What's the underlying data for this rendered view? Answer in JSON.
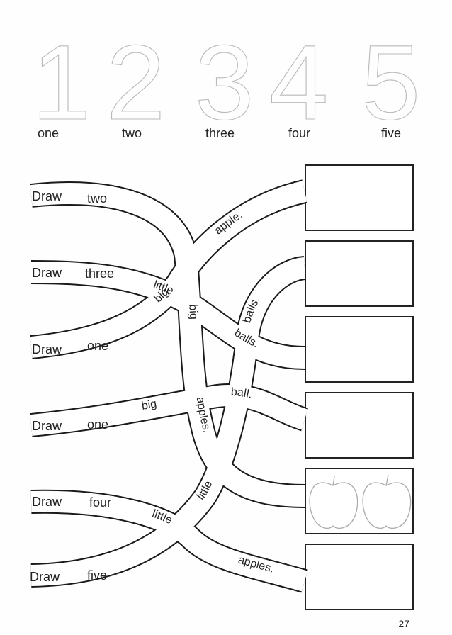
{
  "numbers": {
    "digits": [
      "1",
      "2",
      "3",
      "4",
      "5"
    ],
    "words": [
      "one",
      "two",
      "three",
      "four",
      "five"
    ]
  },
  "rows": [
    {
      "verb": "Draw",
      "count": "two"
    },
    {
      "verb": "Draw",
      "count": "three"
    },
    {
      "verb": "Draw",
      "count": "one"
    },
    {
      "verb": "Draw",
      "count": "one"
    },
    {
      "verb": "Draw",
      "count": "four"
    },
    {
      "verb": "Draw",
      "count": "five"
    }
  ],
  "path_words": {
    "big_a": "big",
    "apple": "apple.",
    "little_a": "little",
    "big_b": "big",
    "balls_a": "balls.",
    "balls_b": "balls.",
    "apples_a": "apples.",
    "ball": "ball.",
    "big_c": "big",
    "little_b": "little",
    "little_c": "little",
    "apples_b": "apples."
  },
  "page_number": "27"
}
